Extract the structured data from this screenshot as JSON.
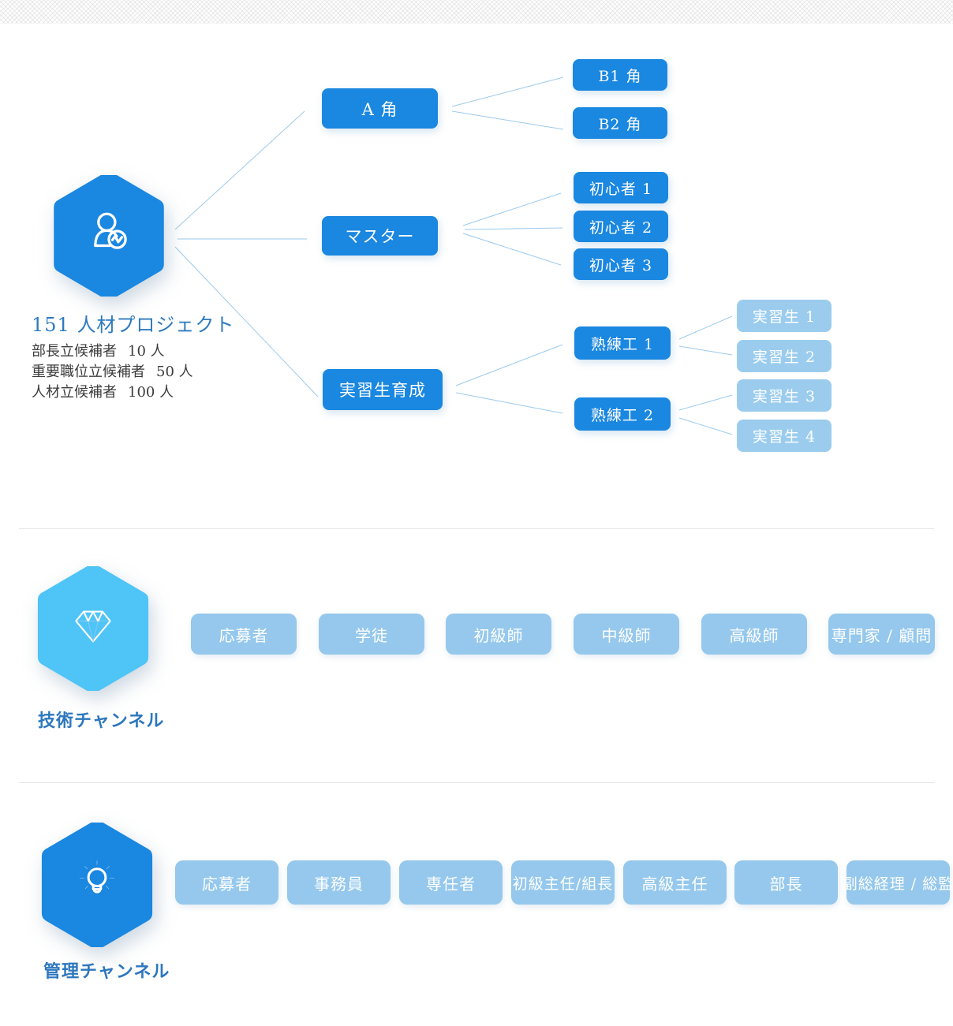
{
  "colors": {
    "primary_blue": "#1a87e0",
    "light_blue_node": "#9bccee",
    "stage_box_blue": "#95c8ec",
    "hex_sky_blue": "#4ec4f7",
    "title_blue": "#2d7abe",
    "connector_blue": "#9ccaec",
    "body_text": "#3c3c3c"
  },
  "project": {
    "title": "151 人材プロジェクト",
    "icon": "user-chart-icon",
    "stats": [
      {
        "label": "部長立候補者",
        "value": "10 人"
      },
      {
        "label": "重要職位立候補者",
        "value": "50 人"
      },
      {
        "label": "人材立候補者",
        "value": "100 人"
      }
    ],
    "nodes": {
      "a": "A 角",
      "b1": "B1 角",
      "b2": "B2 角",
      "master": "マスター",
      "beginner1": "初心者 1",
      "beginner2": "初心者 2",
      "beginner3": "初心者 3",
      "training": "実習生育成",
      "skilled1": "熟練工 1",
      "skilled2": "熟練工 2",
      "trainee1": "実習生 1",
      "trainee2": "実習生 2",
      "trainee3": "実習生 3",
      "trainee4": "実習生 4"
    }
  },
  "tech_channel": {
    "label": "技術チャンネル",
    "icon": "diamond-icon",
    "stages": [
      "応募者",
      "学徒",
      "初級師",
      "中級師",
      "高級師",
      "専門家 / 顧問"
    ]
  },
  "management_channel": {
    "label": "管理チャンネル",
    "icon": "lightbulb-icon",
    "stages": [
      "応募者",
      "事務員",
      "専任者",
      "初級主任/組長",
      "高級主任",
      "部長",
      "副総経理 / 総監"
    ]
  }
}
